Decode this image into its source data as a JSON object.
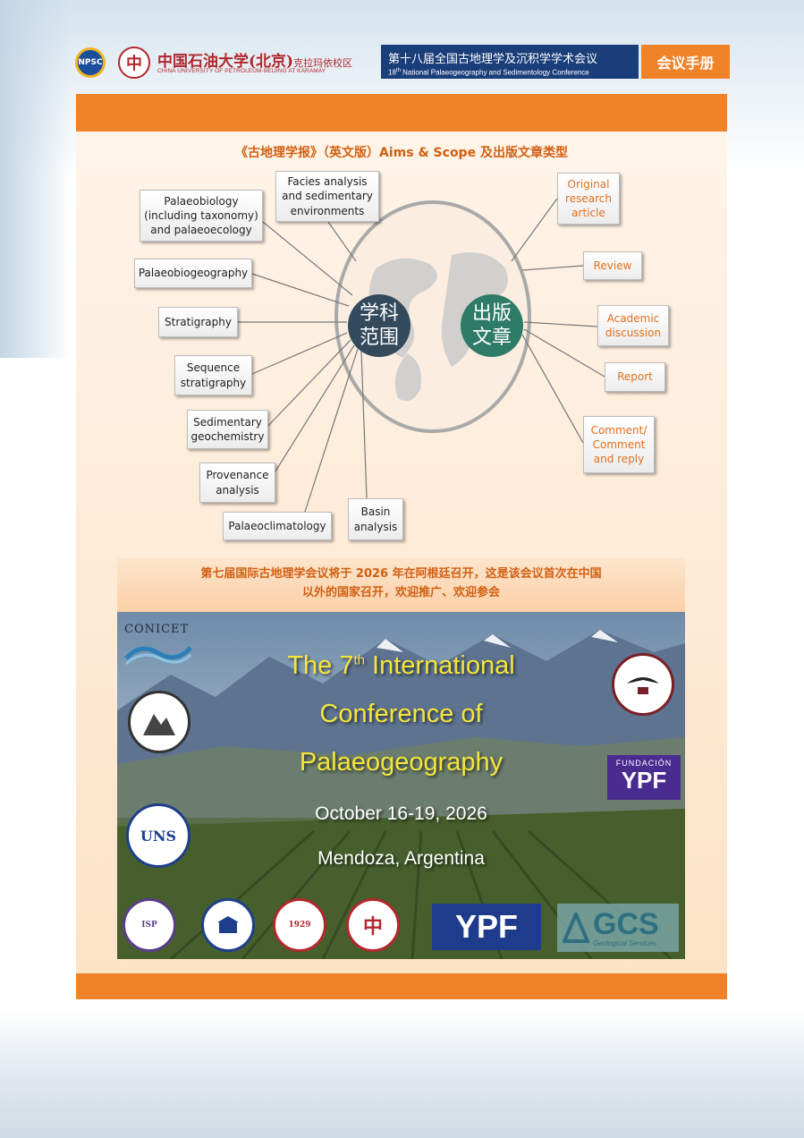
{
  "header": {
    "npsc_logo": "NPSC",
    "cupb_logo": "中",
    "university_cn": "中国石油大学(北京)",
    "university_campus_cn": "克拉玛依校区",
    "university_en": "CHINA UNIVERSITY OF PETROLEUM-BEIJING AT KARAMAY",
    "conference_cn": "第十八届全国古地理学及沉积学学术会议",
    "conference_en_prefix": "18",
    "conference_en_sup": "th",
    "conference_en": "National Palaeogeography and Sedimentology Conference",
    "handbook": "会议手册"
  },
  "section_title": "《古地理学报》（英文版）Aims & Scope 及出版文章类型",
  "diagram": {
    "hub_scope": "学科范围",
    "hub_scope_l1": "学科",
    "hub_scope_l2": "范围",
    "hub_articles_l1": "出版",
    "hub_articles_l2": "文章",
    "scope": [
      "Facies analysis and sedimentary environments",
      "Palaeobiology (including taxonomy) and palaeoecology",
      "Palaeobiogeography",
      "Stratigraphy",
      "Sequence stratigraphy",
      "Sedimentary geochemistry",
      "Provenance analysis",
      "Palaeoclimatology",
      "Basin analysis"
    ],
    "articles": [
      "Original research article",
      "Review",
      "Academic discussion",
      "Report",
      "Comment/ Comment and reply"
    ]
  },
  "announcement": {
    "line1": "第七届国际古地理学会议将于 2026 年在阿根廷召开，这是该会议首次在中国",
    "line2": "以外的国家召开，欢迎推广、欢迎参会"
  },
  "poster": {
    "conicet": "CONICET",
    "title_l1_a": "The 7",
    "title_l1_sup": "th",
    "title_l1_b": " International",
    "title_l2": "Conference of",
    "title_l3": "Palaeogeography",
    "date": "October 16-19, 2026",
    "location": "Mendoza, Argentina",
    "fundacion_l1": "FUNDACIÓN",
    "fundacion_l2": "YPF",
    "ypf": "YPF",
    "gcs": "GCS",
    "gcs_sub": "Geological Services",
    "seal_uns": "UNS",
    "seal_isp": "ISP",
    "seal_1929": "1929"
  },
  "colors": {
    "orange": "#f0822a",
    "navy": "#1a3e7a",
    "hub_left": "#334a5c",
    "hub_right": "#2e7b67",
    "poster_title": "#f4e53a"
  }
}
